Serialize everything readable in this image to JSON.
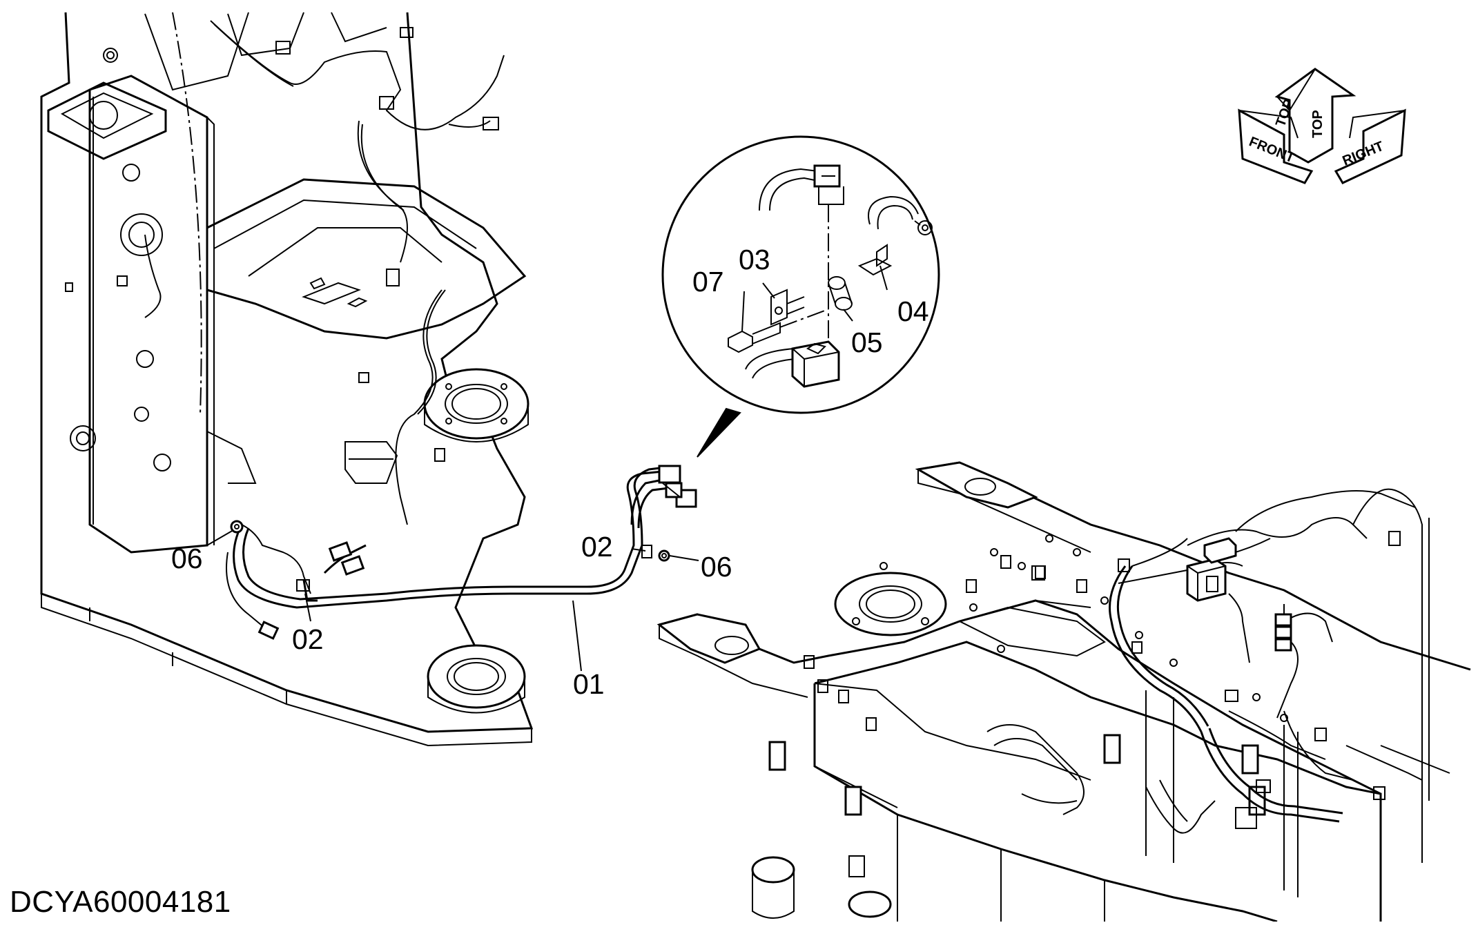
{
  "drawing": {
    "document_id": "DCYA60004181",
    "callouts": [
      {
        "id": "c01",
        "text": "01"
      },
      {
        "id": "c02a",
        "text": "02"
      },
      {
        "id": "c02b",
        "text": "02"
      },
      {
        "id": "c03",
        "text": "03"
      },
      {
        "id": "c04",
        "text": "04"
      },
      {
        "id": "c05",
        "text": "05"
      },
      {
        "id": "c06a",
        "text": "06"
      },
      {
        "id": "c06b",
        "text": "06"
      },
      {
        "id": "c07",
        "text": "07"
      }
    ],
    "orientation": {
      "top": "TOP",
      "front": "FRONT",
      "right": "RIGHT"
    }
  }
}
